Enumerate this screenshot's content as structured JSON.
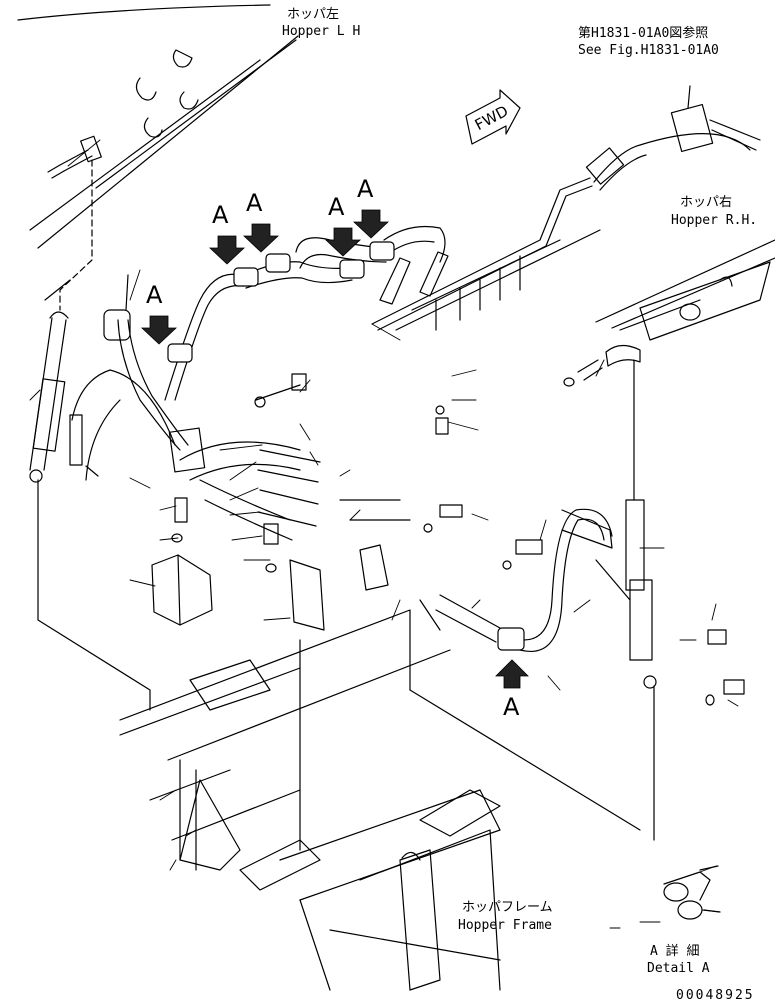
{
  "labels": {
    "hopper_lh_jp": "ホッパ左",
    "hopper_lh_en": "Hopper L H",
    "ref_jp": "第H1831-01A0図参照",
    "ref_en": "See Fig.H1831-01A0",
    "fwd": "FWD",
    "hopper_rh_jp": "ホッパ右",
    "hopper_rh_en": "Hopper R.H.",
    "hopper_frame_jp": "ホッパフレーム",
    "hopper_frame_en": "Hopper Frame",
    "detail_jp": "A 詳 細",
    "detail_en": "Detail A",
    "drawing_no": "00048925",
    "marker": "A"
  },
  "markers": [
    "A",
    "A",
    "A",
    "A",
    "A",
    "A"
  ],
  "colors": {
    "line": "#000000",
    "background": "#ffffff",
    "shade": "#d9d9d9"
  }
}
